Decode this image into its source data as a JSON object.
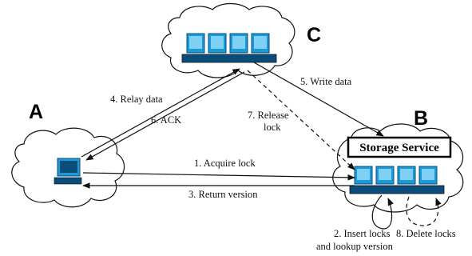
{
  "nodes": {
    "a": "A",
    "b": "B",
    "c": "C",
    "storage_service": "Storage Service"
  },
  "steps": {
    "acquire_lock": "1. Acquire lock",
    "insert_locks_1": "2. Insert locks",
    "insert_locks_2": "and lookup version",
    "return_version": "3. Return version",
    "relay_data": "4. Relay data",
    "write_data": "5. Write data",
    "ack": "6. ACK",
    "release_lock_1": "7. Release",
    "release_lock_2": "lock",
    "delete_locks": "8. Delete locks"
  },
  "colors": {
    "computer_body": "#1a9ad6",
    "computer_dark": "#0b4d7a",
    "cloud_stroke": "#111111"
  },
  "icons": {
    "client": "desktop-computer-icon",
    "servers": "server-rack-icon"
  }
}
